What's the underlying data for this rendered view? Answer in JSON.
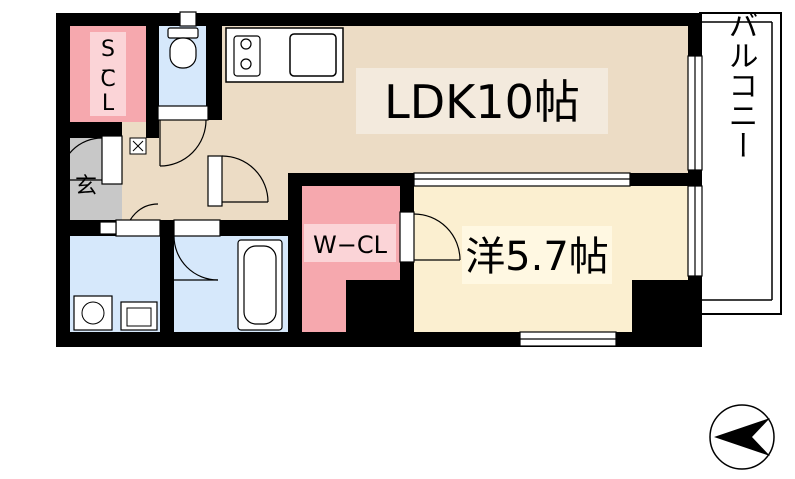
{
  "rooms": {
    "ldk": "LDK10帖",
    "western": "洋5.7帖",
    "wcl": "W−CL",
    "scl_top": "S",
    "scl_dash": "−",
    "scl_mid": "C",
    "scl_bottom": "L",
    "entrance": "玄",
    "balcony": "バルコニー"
  },
  "colors": {
    "ldk": "#ecdcc5",
    "western": "#fbefd0",
    "closet": "#f6a8ae",
    "wet": "#d6e8fb",
    "entrance": "#c8c8c8",
    "wall": "#000000"
  },
  "icons": {
    "compass": "north-arrow-icon"
  }
}
